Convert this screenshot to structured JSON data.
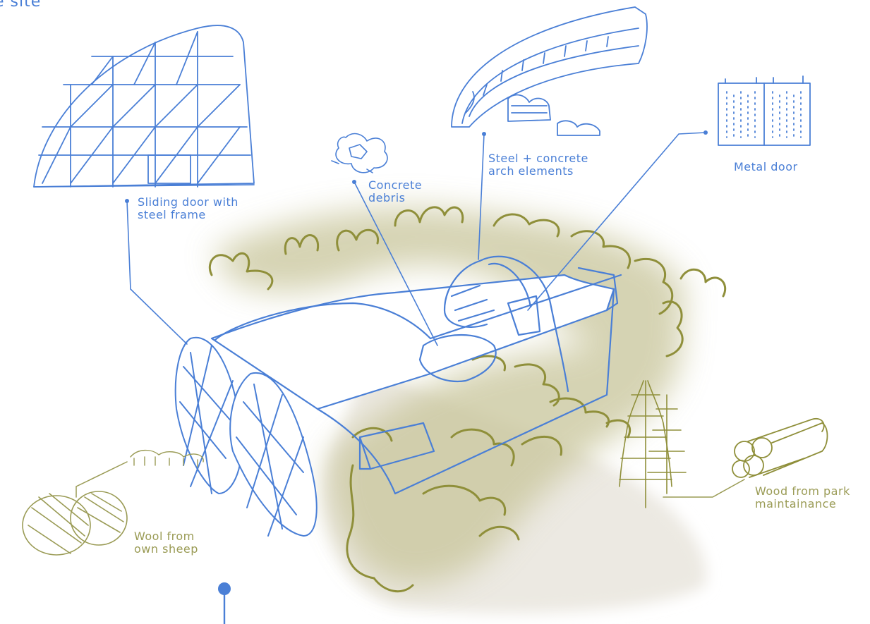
{
  "title_fragment": "e site",
  "colors": {
    "blue": "#4a7fd6",
    "olive": "#9a9b55",
    "olive_wash": "#c8c59a",
    "paper_shadow": "#ece9e2"
  },
  "labels": {
    "sliding_door": [
      "Sliding door with",
      "steel frame"
    ],
    "concrete_debris": [
      "Concrete",
      "debris"
    ],
    "arch_elements": [
      "Steel + concrete",
      "arch elements"
    ],
    "metal_door": [
      "Metal door"
    ],
    "wool": [
      "Wool from",
      "own sheep"
    ],
    "wood": [
      "Wood from park",
      "maintainance"
    ]
  }
}
